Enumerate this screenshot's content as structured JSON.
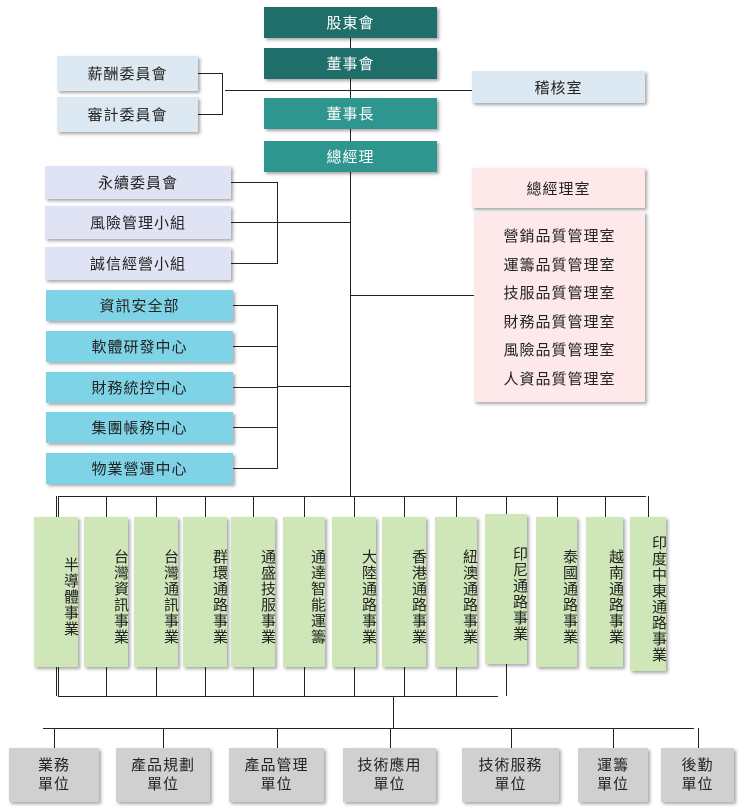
{
  "top": {
    "shareholders": "股東會",
    "board": "董事會",
    "chairman": "董事長",
    "president": "總經理",
    "audit_office": "稽核室"
  },
  "committees": {
    "compensation": "薪酬委員會",
    "audit": "審計委員會"
  },
  "groups": {
    "sustainability": "永續委員會",
    "risk": "風險管理小組",
    "integrity": "誠信經營小組"
  },
  "centers": [
    "資訊安全部",
    "軟體研發中心",
    "財務統控中心",
    "集團帳務中心",
    "物業營運中心"
  ],
  "gm_office": {
    "title": "總經理室",
    "items": [
      "營銷品質管理室",
      "運籌品質管理室",
      "技服品質管理室",
      "財務品質管理室",
      "風險品質管理室",
      "人資品質管理室"
    ]
  },
  "businesses": [
    "半導體事業",
    "台灣資訊事業",
    "台灣通訊事業",
    "群環通路事業",
    "通盛技服事業",
    "通達智能運籌",
    "大陸通路事業",
    "香港通路事業",
    "紐澳通路事業",
    "印尼通路事業",
    "泰國通路事業",
    "越南通路事業",
    "印度中東通路事業"
  ],
  "units": [
    {
      "l1": "業務",
      "l2": "單位"
    },
    {
      "l1": "產品規劃",
      "l2": "單位"
    },
    {
      "l1": "產品管理",
      "l2": "單位"
    },
    {
      "l1": "技術應用",
      "l2": "單位"
    },
    {
      "l1": "技術服務",
      "l2": "單位"
    },
    {
      "l1": "運籌",
      "l2": "單位"
    },
    {
      "l1": "後勤",
      "l2": "單位"
    }
  ]
}
